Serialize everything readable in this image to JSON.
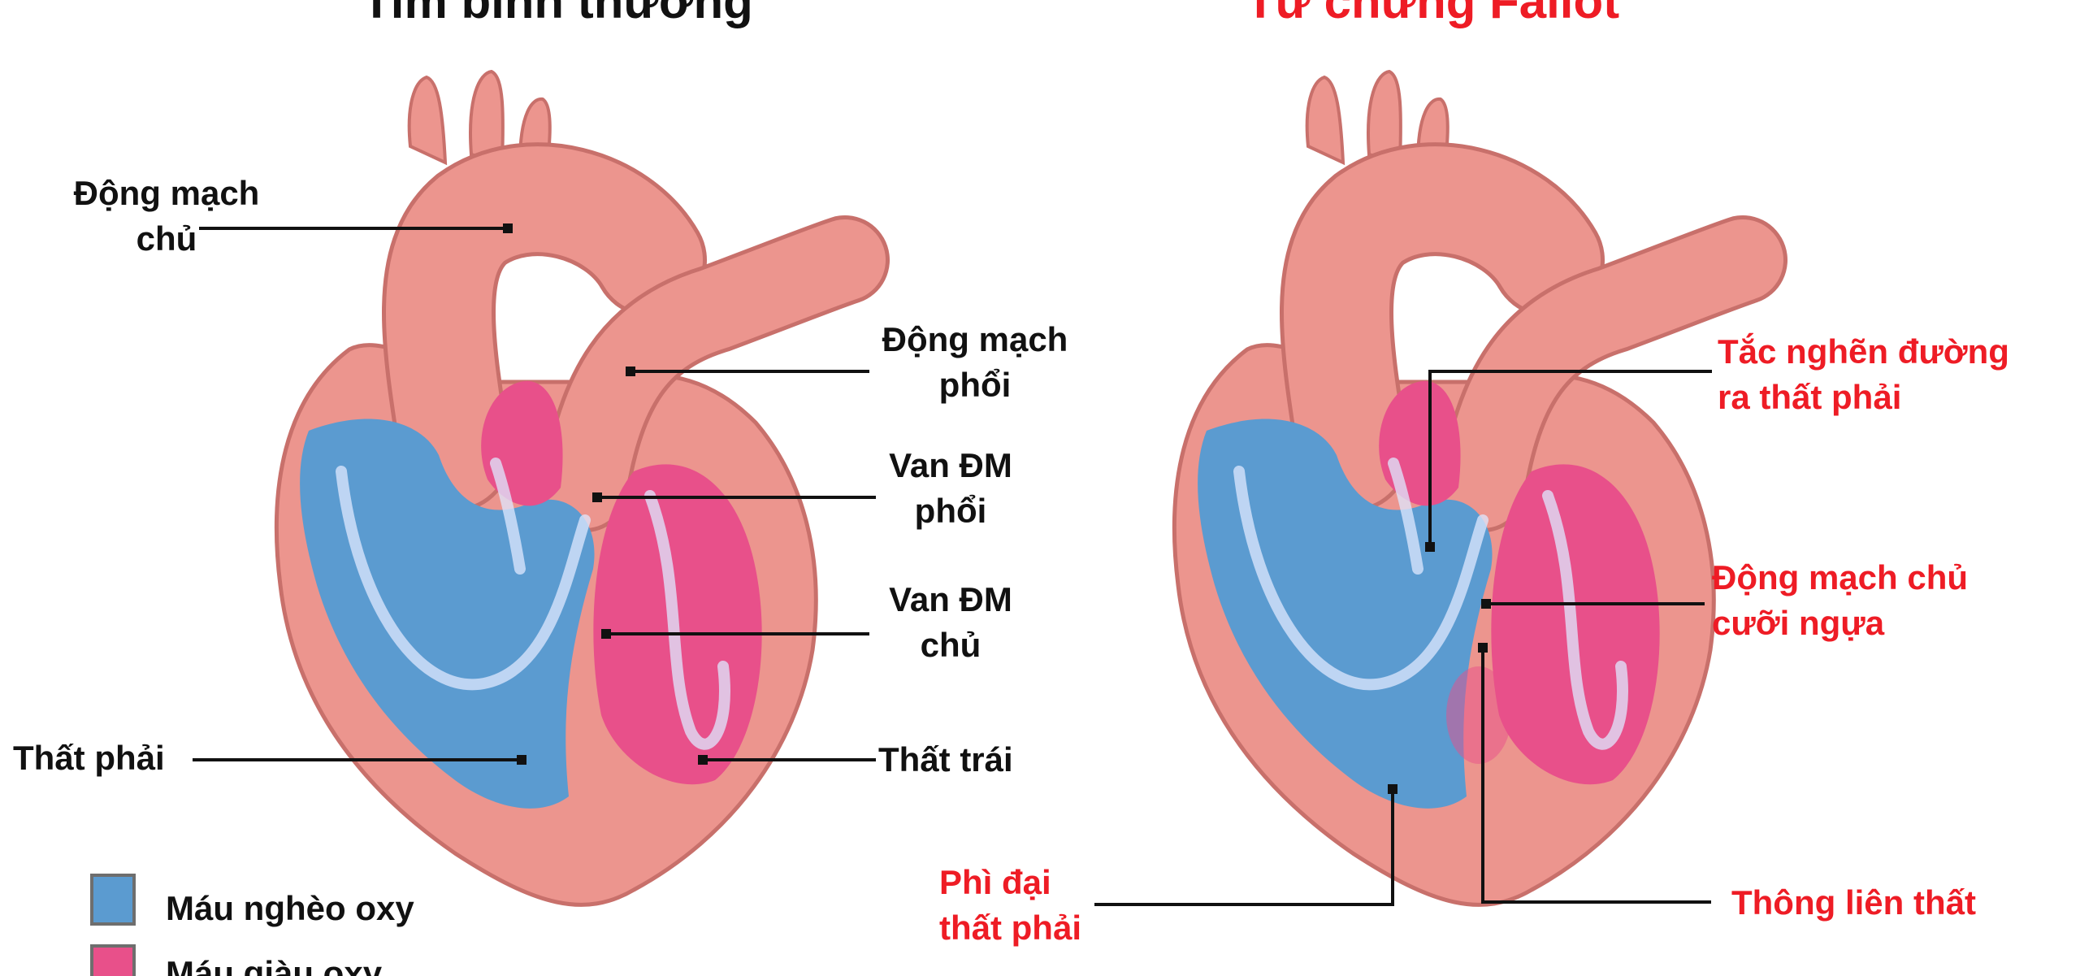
{
  "titles": {
    "normal": "Tim bình thường",
    "fallot": "Tứ chứng Fallot"
  },
  "normal_labels": {
    "aorta": [
      "Động mạch",
      "chủ"
    ],
    "pulmonary_artery": [
      "Động mạch",
      "phổi"
    ],
    "pulmonary_valve": [
      "Van ĐM",
      "phổi"
    ],
    "aortic_valve": [
      "Van ĐM",
      "chủ"
    ],
    "right_ventricle": "Thất phải",
    "left_ventricle": "Thất trái"
  },
  "fallot_labels": {
    "rvot_obstruction": [
      "Tắc nghẽn đường",
      "ra thất phải"
    ],
    "overriding_aorta": [
      "Động mạch chủ",
      "cưỡi ngựa"
    ],
    "rv_hypertrophy": [
      "Phì đại",
      "thất phải"
    ],
    "vsd": "Thông liên thất"
  },
  "legend": [
    {
      "label": "Máu nghèo oxy",
      "color": "#5b9bd0"
    },
    {
      "label": "Máu giàu oxy",
      "color": "#e8508a"
    }
  ],
  "colors": {
    "muscle": "#ec958e",
    "muscle_edge": "#c8706b",
    "blue": "#5b9bd0",
    "pink": "#e8508a",
    "red_text": "#ee1c25"
  }
}
